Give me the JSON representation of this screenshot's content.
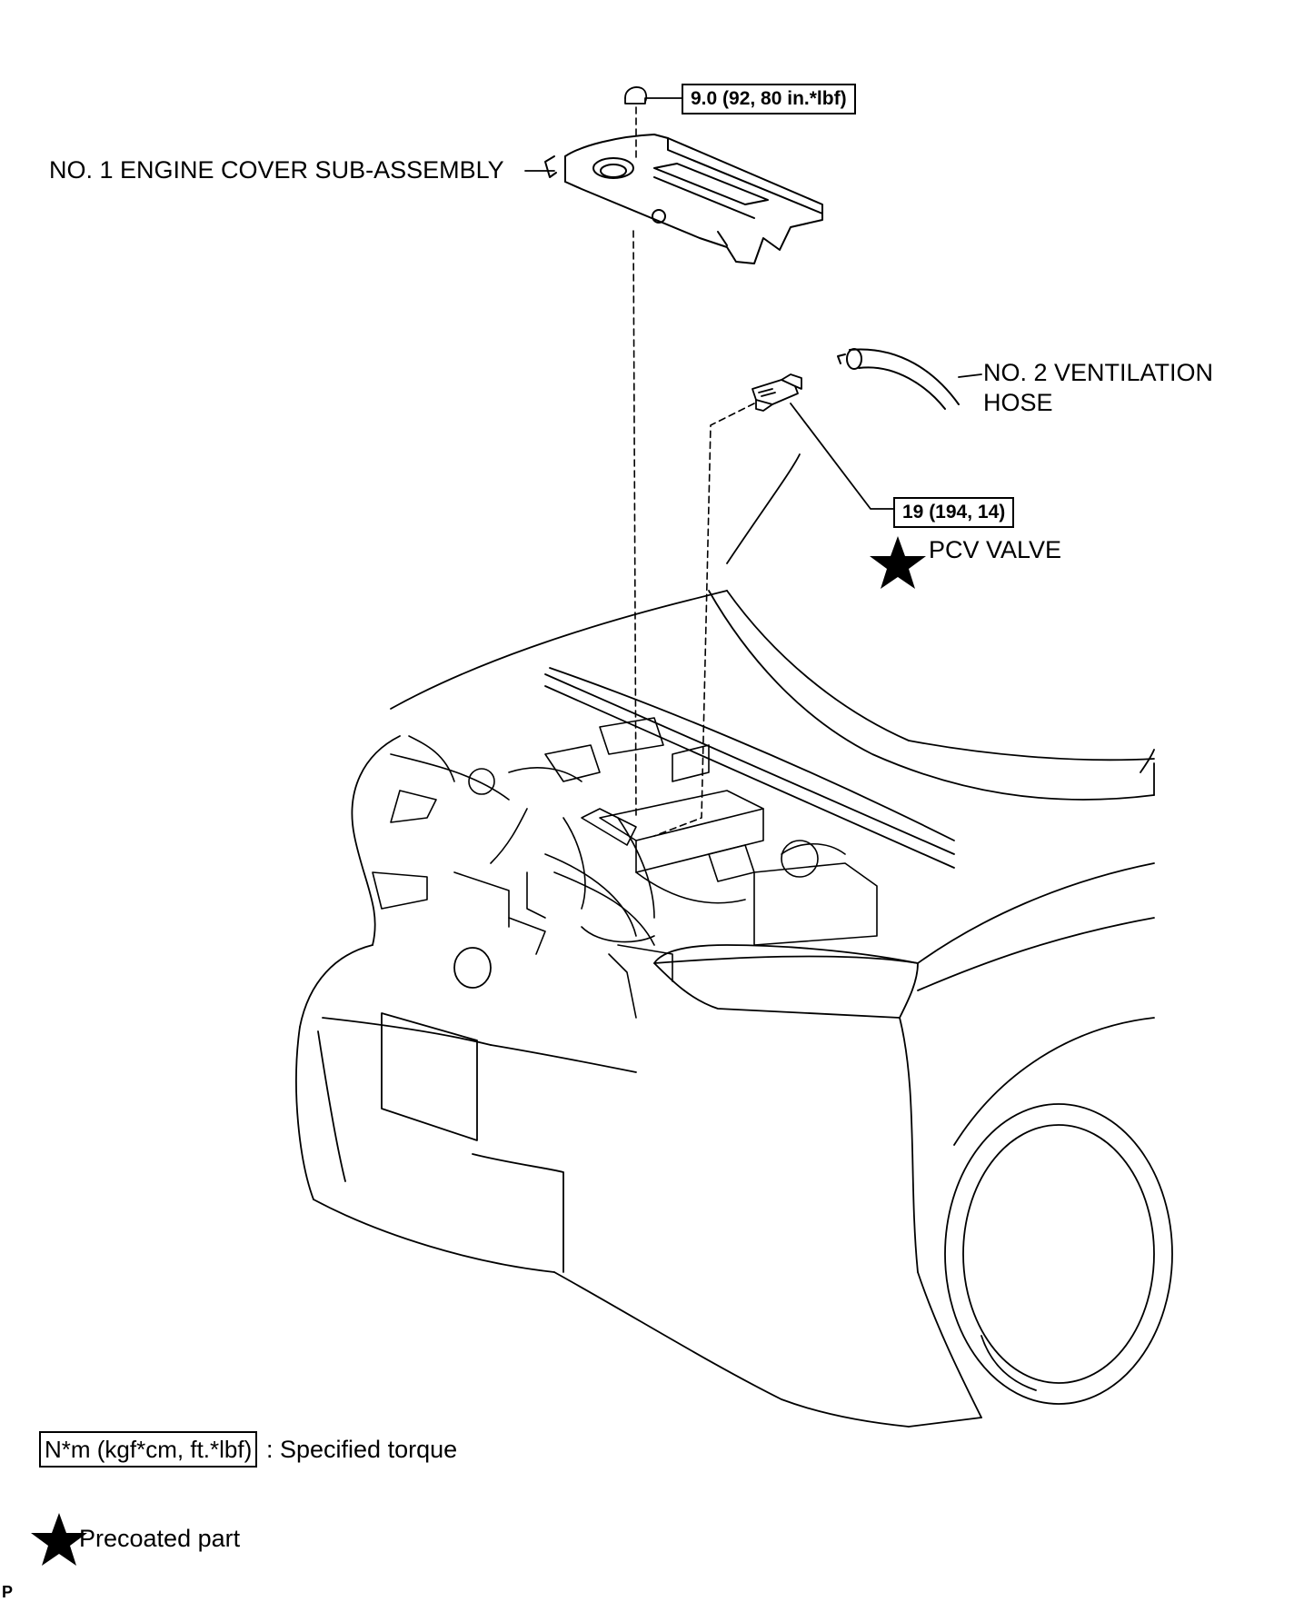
{
  "labels": {
    "engine_cover": "NO. 1 ENGINE COVER SUB-ASSEMBLY",
    "ventilation_hose_line1": "NO. 2 VENTILATION",
    "ventilation_hose_line2": "HOSE",
    "pcv_valve": "PCV VALVE"
  },
  "torques": {
    "cover_nut": "9.0 (92, 80 in.*lbf)",
    "pcv_valve": "19 (194, 14)"
  },
  "legend": {
    "torque_unit": "N*m (kgf*cm, ft.*lbf)",
    "torque_desc": ": Specified torque",
    "precoated_desc": "Precoated part"
  },
  "corner_code": "P",
  "icons": {
    "precoat": "star-icon"
  }
}
